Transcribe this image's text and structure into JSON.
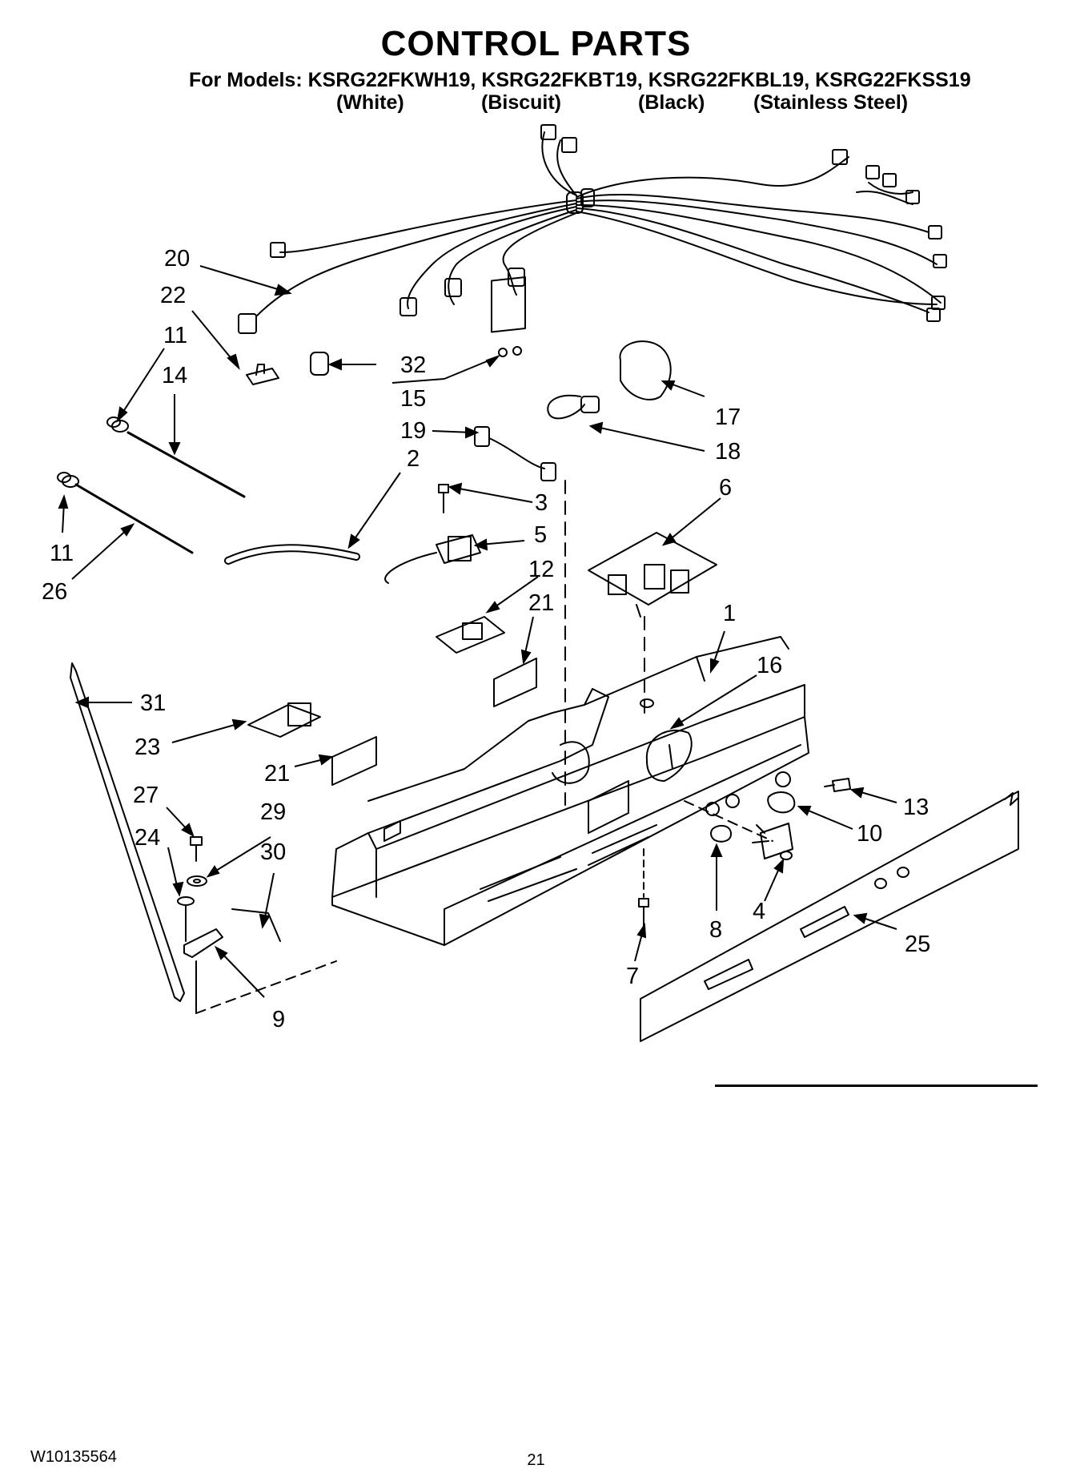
{
  "header": {
    "title": "CONTROL PARTS",
    "models_line": "For Models: KSRG22FKWH19, KSRG22FKBT19, KSRG22FKBL19, KSRG22FKSS19",
    "colors": [
      "(White)",
      "(Biscuit)",
      "(Black)",
      "(Stainless Steel)"
    ]
  },
  "callouts": [
    "20",
    "22",
    "11",
    "14",
    "32",
    "15",
    "17",
    "19",
    "18",
    "2",
    "3",
    "6",
    "11",
    "26",
    "5",
    "12",
    "21",
    "1",
    "31",
    "16",
    "23",
    "21",
    "13",
    "27",
    "29",
    "10",
    "24",
    "30",
    "4",
    "8",
    "25",
    "7",
    "9"
  ],
  "footer": {
    "doc_number": "W10135564",
    "page_number": "21"
  }
}
